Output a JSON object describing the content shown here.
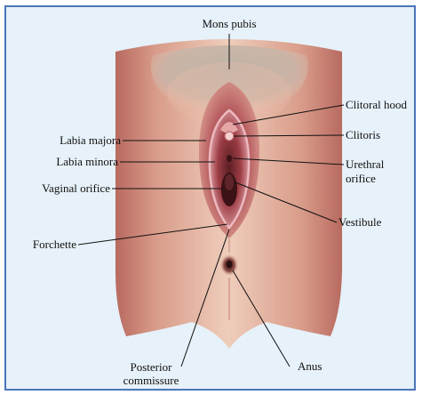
{
  "labels": {
    "mons_pubis": "Mons pubis",
    "clitoral_hood": "Clitoral hood",
    "clitoris": "Clitoris",
    "labia_majora": "Labia majora",
    "labia_minora": "Labia minora",
    "urethral_orifice_line1": "Urethral",
    "urethral_orifice_line2": "orifice",
    "vaginal_orifice": "Vaginal orifice",
    "vestibule": "Vestibule",
    "forchette": "Forchette",
    "posterior_commissure_line1": "Posterior",
    "posterior_commissure_line2": "commissure",
    "anus": "Anus"
  },
  "colors": {
    "frame_border": "#4a76b8",
    "frame_fill": "#e6f1f9",
    "skin_light": "#edc8b6",
    "skin_mid": "#d79a86",
    "skin_dark": "#a95a52",
    "mucosa": "#c0616a",
    "deep": "#5a1f24",
    "pubic_hair": "#b7aca0"
  }
}
